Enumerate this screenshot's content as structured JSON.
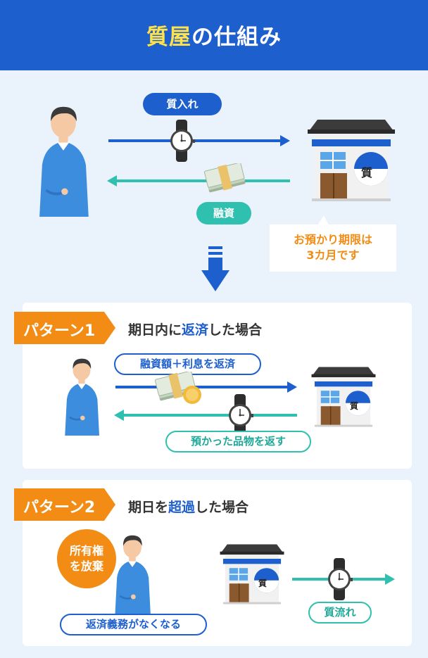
{
  "header": {
    "title_accent": "質屋",
    "title_rest": "の仕組み"
  },
  "colors": {
    "blue": "#1E5FCE",
    "teal": "#2FC0B0",
    "orange": "#F28C14",
    "yellow": "#FFE24A",
    "bg": "#EAF2FC"
  },
  "overview": {
    "pawn_label": "質入れ",
    "loan_label": "融資",
    "note_line1": "お預かり期限は",
    "note_line2": "3カ月です",
    "shop_sign": "質"
  },
  "pattern1": {
    "tag": "パターン1",
    "title_pre": "期日内に",
    "title_accent": "返済",
    "title_post": "した場合",
    "repay_label": "融資額＋利息を返済",
    "return_label": "預かった品物を返す",
    "shop_sign": "質"
  },
  "pattern2": {
    "tag": "パターン2",
    "title_pre": "期日を",
    "title_accent": "超過",
    "title_post": "した場合",
    "forfeit_line1": "所有権",
    "forfeit_line2": "を放棄",
    "obligation_label": "返済義務がなくなる",
    "flow_label": "質流れ",
    "shop_sign": "質"
  }
}
